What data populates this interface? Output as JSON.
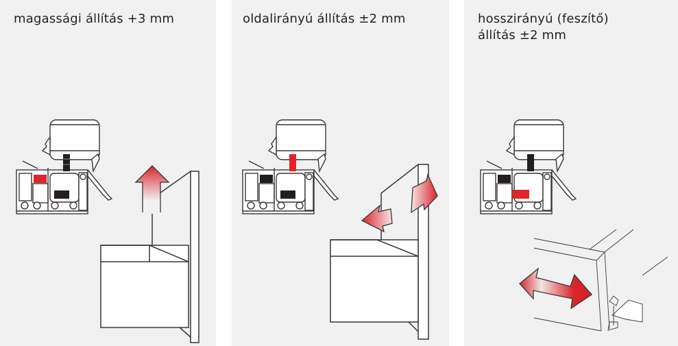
{
  "panels": [
    {
      "title": "magassági állítás +3 mm",
      "highlight": "height-adjust-wheel",
      "arrow": "up"
    },
    {
      "title": "oldalirányú állítás ±2 mm",
      "highlight": "side-adjust-screw",
      "arrow": "left-right"
    },
    {
      "title_line1": "hosszirányú (feszítő)",
      "title_line2": "állítás ±2 mm",
      "highlight": "depth-adjust-gear",
      "arrow": "front-back"
    }
  ],
  "colors": {
    "accent": "#e0242b",
    "line": "#3a3536",
    "panel_bg": "#f2f1f2"
  }
}
